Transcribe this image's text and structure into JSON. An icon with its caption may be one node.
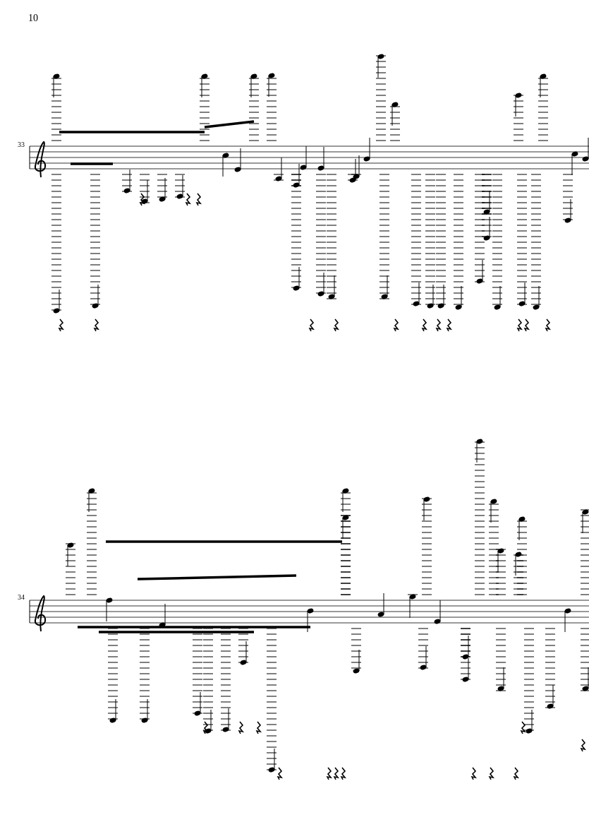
{
  "diagram": {
    "labels": [
      "10",
      "33",
      "34"
    ]
  }
}
